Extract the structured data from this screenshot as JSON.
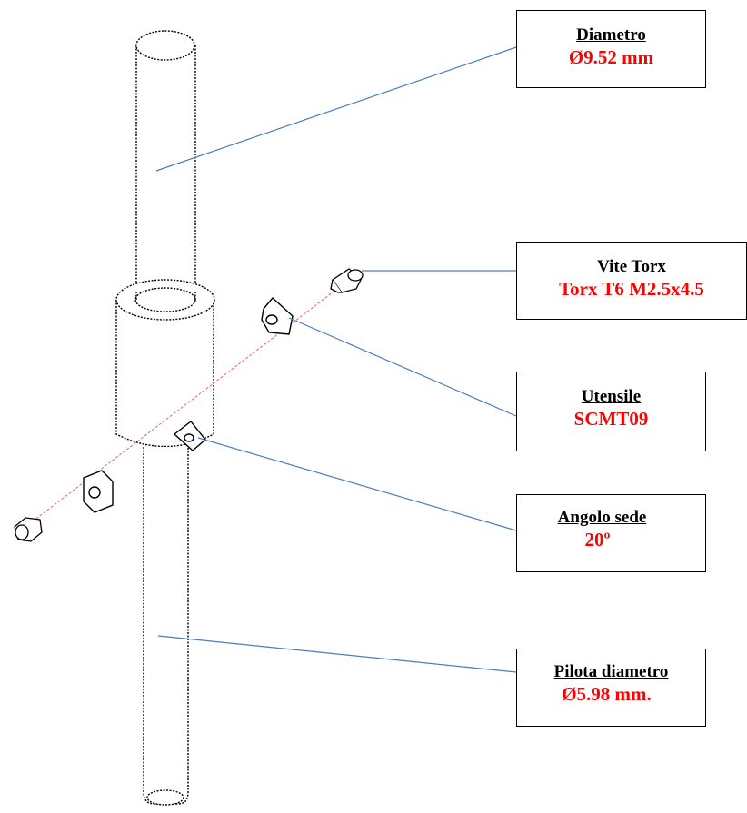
{
  "callouts": [
    {
      "title": "Diametro",
      "value": "Ø9.52 mm"
    },
    {
      "title": "Vite Torx",
      "value": "Torx  T6  M2.5x4.5"
    },
    {
      "title": "Utensile",
      "value": "SCMT09"
    },
    {
      "title": "Angolo sede",
      "value": "20º"
    },
    {
      "title": "Pilota diametro",
      "value": "Ø5.98 mm."
    }
  ],
  "colors": {
    "leader": "#4a7ebb",
    "value_text": "#ff0000",
    "outline": "#000000",
    "axis": "#e06666"
  }
}
